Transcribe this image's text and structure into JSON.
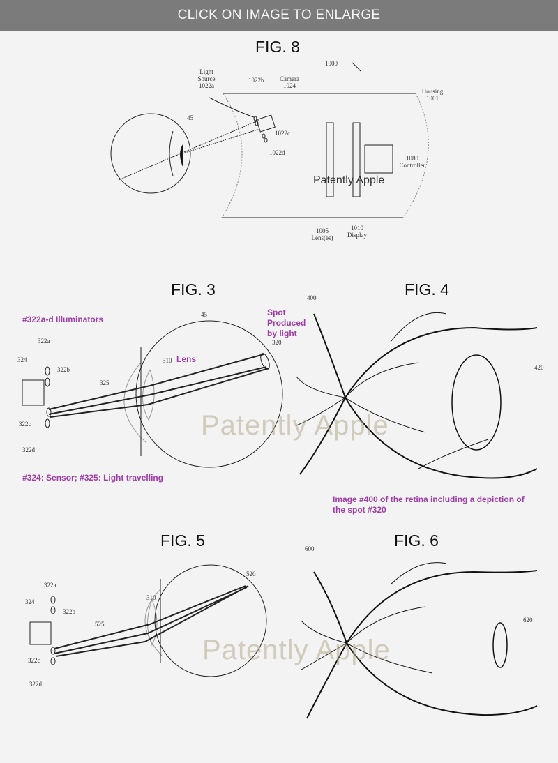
{
  "banner": "CLICK ON IMAGE TO ENLARGE",
  "watermark": "Patently Apple",
  "fig8": {
    "title": "FIG. 8",
    "labels": {
      "system": "1000",
      "light_source": "Light Source 1022a",
      "l1022b": "1022b",
      "camera": "Camera 1024",
      "l1022c": "1022c",
      "l1022d": "1022d",
      "eye": "45",
      "housing": "Housing 1001",
      "controller": "1080 Controller",
      "lens": "1005 Lens(es)",
      "display": "1010 Display"
    }
  },
  "fig3": {
    "title": "FIG. 3",
    "labels": {
      "eye": "45",
      "spot": "320",
      "lens": "310",
      "light": "325",
      "sensor": "324",
      "a": "322a",
      "b": "322b",
      "c": "322c",
      "d": "322d"
    },
    "annotations": {
      "illuminators": "#322a-d Illuminators",
      "lens": "Lens",
      "spot": "Spot Produced by light",
      "sensor": "#324: Sensor; #325: Light travelling"
    }
  },
  "fig4": {
    "title": "FIG. 4",
    "labels": {
      "image": "400",
      "spot": "420"
    },
    "caption": "Image #400 of the retina including a depiction of the spot #320"
  },
  "fig5": {
    "title": "FIG. 5",
    "labels": {
      "spot": "520",
      "lens": "310",
      "light": "525",
      "sensor": "324",
      "a": "322a",
      "b": "322b",
      "c": "322c",
      "d": "322d"
    }
  },
  "fig6": {
    "title": "FIG. 6",
    "labels": {
      "image": "600",
      "spot": "620"
    }
  }
}
